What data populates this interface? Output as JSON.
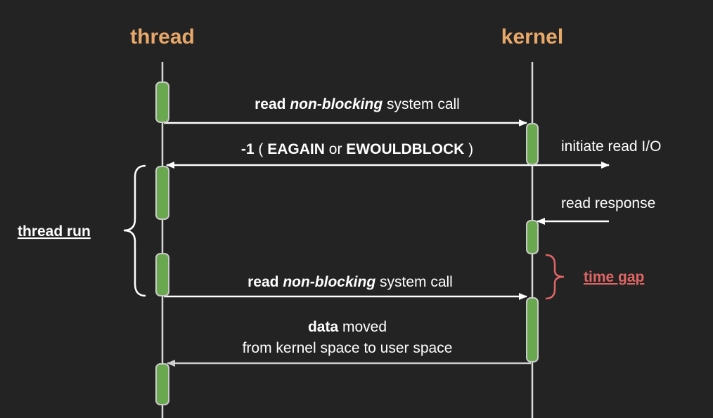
{
  "participants": {
    "thread": "thread",
    "kernel": "kernel",
    "color": "#e8a86a"
  },
  "messages": {
    "call1": {
      "bold": "read",
      "italic": "non-blocking",
      "rest": " system call"
    },
    "reply1": {
      "p1": "-1",
      "p2": " (",
      "p3": "EAGAIN",
      "p4": " or ",
      "p5": "EWOULDBLOCK",
      "p6": ")"
    },
    "call2": {
      "bold": "read",
      "italic": "non-blocking",
      "rest": " system call"
    },
    "data": {
      "bold": "data",
      "rest": " moved",
      "line2": "from kernel space to user space"
    }
  },
  "side_notes": {
    "initiate": "initiate read I/O",
    "response": "read response"
  },
  "brace_labels": {
    "thread_run": "thread run",
    "time_gap": "time gap",
    "time_gap_color": "#e06666"
  },
  "colors": {
    "background": "#232323",
    "activation": "#6aa84f"
  }
}
